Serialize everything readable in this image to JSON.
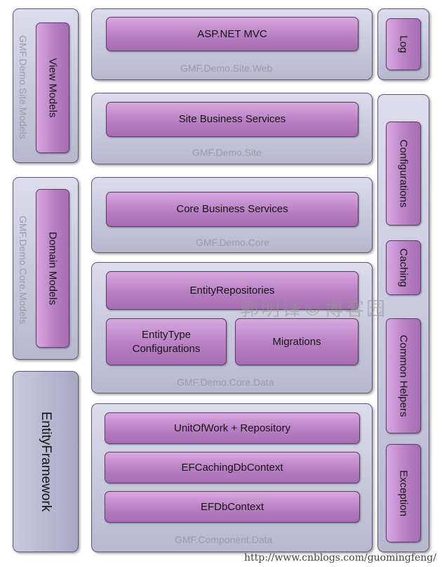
{
  "left_column": {
    "site_models_label": "GMF.Demo.Site.Models",
    "view_models": "View Models",
    "core_models_label": "GMF.Demo.Core.Models",
    "domain_models": "Domain Models",
    "entity_framework": "EntityFramework"
  },
  "site_web": {
    "box": "ASP.NET MVC",
    "label": "GMF.Demo.Site.Web"
  },
  "site": {
    "box": "Site Business Services",
    "label": "GMF.Demo.Site"
  },
  "core": {
    "box": "Core Business Services",
    "label": "GMF.Demo.Core"
  },
  "core_data": {
    "repositories": "EntityRepositories",
    "entity_type_config": "EntityType Configurations",
    "migrations": "Migrations",
    "label": "GMF.Demo.Core.Data"
  },
  "component_data": {
    "unit_of_work": "UnitOfWork + Repository",
    "caching_context": "EFCachingDbContext",
    "db_context": "EFDbContext",
    "label": "GMF.Component.Data"
  },
  "right_column": {
    "log": "Log",
    "configurations": "Configurations",
    "caching": "Caching",
    "common_helpers": "Common Helpers",
    "exception": "Exception"
  },
  "watermark": "郭明锋©博客园",
  "footer_url": "http://www.cnblogs.com/guomingfeng/"
}
